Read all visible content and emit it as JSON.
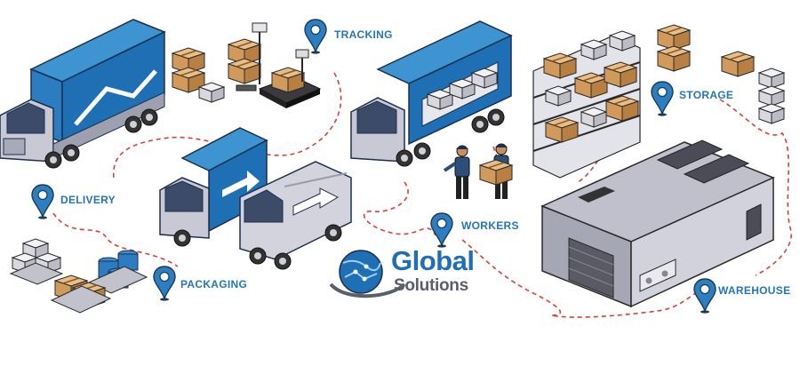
{
  "labels": {
    "tracking": "TRACKING",
    "delivery": "DELIVERY",
    "storage": "STORAGE",
    "workers": "WORKERS",
    "packaging": "PACKAGING",
    "warehouse": "WAREHOUSE"
  },
  "logo": {
    "line1": "Global",
    "line2": "Solutions"
  },
  "colors": {
    "blue": "#1f6fb5",
    "light_blue": "#2f88c8",
    "navy": "#1b2f4e",
    "dash_red": "#d8403e",
    "label": "#2576b8",
    "gray_logo": "#59606b",
    "box": "#d9a66a"
  }
}
